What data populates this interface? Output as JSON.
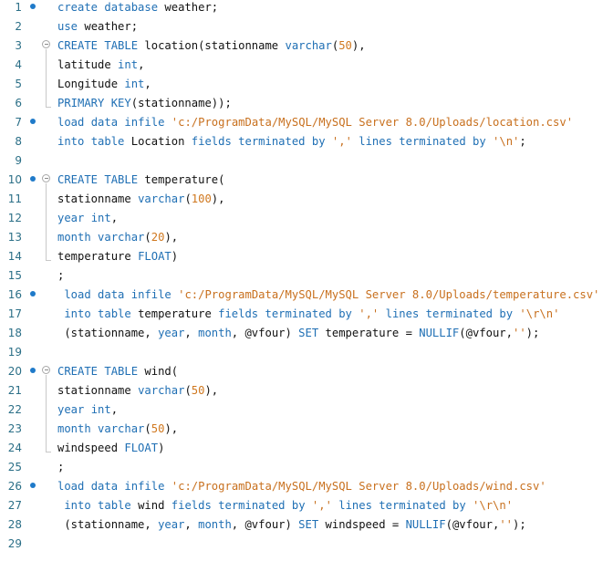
{
  "editor": {
    "lines": [
      {
        "n": "1",
        "dot": true,
        "fold": false,
        "tokens": [
          {
            "t": "create",
            "c": "kw"
          },
          {
            "t": " "
          },
          {
            "t": "database",
            "c": "kw"
          },
          {
            "t": " weather;"
          }
        ]
      },
      {
        "n": "2",
        "dot": false,
        "fold": false,
        "tokens": [
          {
            "t": "use",
            "c": "kw"
          },
          {
            "t": " weather;"
          }
        ]
      },
      {
        "n": "3",
        "dot": false,
        "fold": true,
        "tokens": [
          {
            "t": "CREATE",
            "c": "kw"
          },
          {
            "t": " "
          },
          {
            "t": "TABLE",
            "c": "kw"
          },
          {
            "t": " location(stationname "
          },
          {
            "t": "varchar",
            "c": "type"
          },
          {
            "t": "("
          },
          {
            "t": "50",
            "c": "num"
          },
          {
            "t": "),"
          }
        ]
      },
      {
        "n": "4",
        "dot": false,
        "fold": false,
        "tokens": [
          {
            "t": "latitude "
          },
          {
            "t": "int",
            "c": "type"
          },
          {
            "t": ","
          }
        ]
      },
      {
        "n": "5",
        "dot": false,
        "fold": false,
        "tokens": [
          {
            "t": "Longitude "
          },
          {
            "t": "int",
            "c": "type"
          },
          {
            "t": ","
          }
        ]
      },
      {
        "n": "6",
        "dot": false,
        "fold": false,
        "tokens": [
          {
            "t": "PRIMARY",
            "c": "kw"
          },
          {
            "t": " "
          },
          {
            "t": "KEY",
            "c": "kw"
          },
          {
            "t": "(stationname));"
          }
        ]
      },
      {
        "n": "7",
        "dot": true,
        "fold": false,
        "tokens": [
          {
            "t": "load",
            "c": "kw"
          },
          {
            "t": " "
          },
          {
            "t": "data",
            "c": "kw"
          },
          {
            "t": " "
          },
          {
            "t": "infile",
            "c": "kw"
          },
          {
            "t": " "
          },
          {
            "t": "'c:/ProgramData/MySQL/MySQL Server 8.0/Uploads/location.csv'",
            "c": "str"
          }
        ]
      },
      {
        "n": "8",
        "dot": false,
        "fold": false,
        "tokens": [
          {
            "t": "into",
            "c": "kw"
          },
          {
            "t": " "
          },
          {
            "t": "table",
            "c": "kw"
          },
          {
            "t": " Location "
          },
          {
            "t": "fields",
            "c": "kw"
          },
          {
            "t": " "
          },
          {
            "t": "terminated",
            "c": "kw"
          },
          {
            "t": " "
          },
          {
            "t": "by",
            "c": "kw"
          },
          {
            "t": " "
          },
          {
            "t": "','",
            "c": "str"
          },
          {
            "t": " "
          },
          {
            "t": "lines",
            "c": "kw"
          },
          {
            "t": " "
          },
          {
            "t": "terminated",
            "c": "kw"
          },
          {
            "t": " "
          },
          {
            "t": "by",
            "c": "kw"
          },
          {
            "t": " "
          },
          {
            "t": "'\\n'",
            "c": "str"
          },
          {
            "t": ";"
          }
        ]
      },
      {
        "n": "9",
        "dot": false,
        "fold": false,
        "tokens": []
      },
      {
        "n": "10",
        "dot": true,
        "fold": true,
        "tokens": [
          {
            "t": "CREATE",
            "c": "kw"
          },
          {
            "t": " "
          },
          {
            "t": "TABLE",
            "c": "kw"
          },
          {
            "t": " temperature("
          }
        ]
      },
      {
        "n": "11",
        "dot": false,
        "fold": false,
        "tokens": [
          {
            "t": "stationname "
          },
          {
            "t": "varchar",
            "c": "type"
          },
          {
            "t": "("
          },
          {
            "t": "100",
            "c": "num"
          },
          {
            "t": "),"
          }
        ]
      },
      {
        "n": "12",
        "dot": false,
        "fold": false,
        "tokens": [
          {
            "t": "year",
            "c": "kw"
          },
          {
            "t": " "
          },
          {
            "t": "int",
            "c": "type"
          },
          {
            "t": ","
          }
        ]
      },
      {
        "n": "13",
        "dot": false,
        "fold": false,
        "tokens": [
          {
            "t": "month",
            "c": "kw"
          },
          {
            "t": " "
          },
          {
            "t": "varchar",
            "c": "type"
          },
          {
            "t": "("
          },
          {
            "t": "20",
            "c": "num"
          },
          {
            "t": "),"
          }
        ]
      },
      {
        "n": "14",
        "dot": false,
        "fold": false,
        "tokens": [
          {
            "t": "temperature "
          },
          {
            "t": "FLOAT",
            "c": "type"
          },
          {
            "t": ")"
          }
        ]
      },
      {
        "n": "15",
        "dot": false,
        "fold": false,
        "tokens": [
          {
            "t": ";"
          }
        ]
      },
      {
        "n": "16",
        "dot": true,
        "fold": false,
        "tokens": [
          {
            "t": " "
          },
          {
            "t": "load",
            "c": "kw"
          },
          {
            "t": " "
          },
          {
            "t": "data",
            "c": "kw"
          },
          {
            "t": " "
          },
          {
            "t": "infile",
            "c": "kw"
          },
          {
            "t": " "
          },
          {
            "t": "'c:/ProgramData/MySQL/MySQL Server 8.0/Uploads/temperature.csv'",
            "c": "str"
          }
        ]
      },
      {
        "n": "17",
        "dot": false,
        "fold": false,
        "tokens": [
          {
            "t": " "
          },
          {
            "t": "into",
            "c": "kw"
          },
          {
            "t": " "
          },
          {
            "t": "table",
            "c": "kw"
          },
          {
            "t": " temperature "
          },
          {
            "t": "fields",
            "c": "kw"
          },
          {
            "t": " "
          },
          {
            "t": "terminated",
            "c": "kw"
          },
          {
            "t": " "
          },
          {
            "t": "by",
            "c": "kw"
          },
          {
            "t": " "
          },
          {
            "t": "','",
            "c": "str"
          },
          {
            "t": " "
          },
          {
            "t": "lines",
            "c": "kw"
          },
          {
            "t": " "
          },
          {
            "t": "terminated",
            "c": "kw"
          },
          {
            "t": " "
          },
          {
            "t": "by",
            "c": "kw"
          },
          {
            "t": " "
          },
          {
            "t": "'\\r\\n'",
            "c": "str"
          }
        ]
      },
      {
        "n": "18",
        "dot": false,
        "fold": false,
        "tokens": [
          {
            "t": " (stationname, "
          },
          {
            "t": "year",
            "c": "kw"
          },
          {
            "t": ", "
          },
          {
            "t": "month",
            "c": "kw"
          },
          {
            "t": ", @vfour) "
          },
          {
            "t": "SET",
            "c": "kw"
          },
          {
            "t": " temperature = "
          },
          {
            "t": "NULLIF",
            "c": "fn"
          },
          {
            "t": "(@vfour,"
          },
          {
            "t": "''",
            "c": "str"
          },
          {
            "t": ");"
          }
        ]
      },
      {
        "n": "19",
        "dot": false,
        "fold": false,
        "tokens": []
      },
      {
        "n": "20",
        "dot": true,
        "fold": true,
        "tokens": [
          {
            "t": "CREATE",
            "c": "kw"
          },
          {
            "t": " "
          },
          {
            "t": "TABLE",
            "c": "kw"
          },
          {
            "t": " wind("
          }
        ]
      },
      {
        "n": "21",
        "dot": false,
        "fold": false,
        "tokens": [
          {
            "t": "stationname "
          },
          {
            "t": "varchar",
            "c": "type"
          },
          {
            "t": "("
          },
          {
            "t": "50",
            "c": "num"
          },
          {
            "t": "),"
          }
        ]
      },
      {
        "n": "22",
        "dot": false,
        "fold": false,
        "tokens": [
          {
            "t": "year",
            "c": "kw"
          },
          {
            "t": " "
          },
          {
            "t": "int",
            "c": "type"
          },
          {
            "t": ","
          }
        ]
      },
      {
        "n": "23",
        "dot": false,
        "fold": false,
        "tokens": [
          {
            "t": "month",
            "c": "kw"
          },
          {
            "t": " "
          },
          {
            "t": "varchar",
            "c": "type"
          },
          {
            "t": "("
          },
          {
            "t": "50",
            "c": "num"
          },
          {
            "t": "),"
          }
        ]
      },
      {
        "n": "24",
        "dot": false,
        "fold": false,
        "tokens": [
          {
            "t": "windspeed "
          },
          {
            "t": "FLOAT",
            "c": "type"
          },
          {
            "t": ")"
          }
        ]
      },
      {
        "n": "25",
        "dot": false,
        "fold": false,
        "tokens": [
          {
            "t": ";"
          }
        ]
      },
      {
        "n": "26",
        "dot": true,
        "fold": false,
        "tokens": [
          {
            "t": "load",
            "c": "kw"
          },
          {
            "t": " "
          },
          {
            "t": "data",
            "c": "kw"
          },
          {
            "t": " "
          },
          {
            "t": "infile",
            "c": "kw"
          },
          {
            "t": " "
          },
          {
            "t": "'c:/ProgramData/MySQL/MySQL Server 8.0/Uploads/wind.csv'",
            "c": "str"
          }
        ]
      },
      {
        "n": "27",
        "dot": false,
        "fold": false,
        "tokens": [
          {
            "t": " "
          },
          {
            "t": "into",
            "c": "kw"
          },
          {
            "t": " "
          },
          {
            "t": "table",
            "c": "kw"
          },
          {
            "t": " wind "
          },
          {
            "t": "fields",
            "c": "kw"
          },
          {
            "t": " "
          },
          {
            "t": "terminated",
            "c": "kw"
          },
          {
            "t": " "
          },
          {
            "t": "by",
            "c": "kw"
          },
          {
            "t": " "
          },
          {
            "t": "','",
            "c": "str"
          },
          {
            "t": " "
          },
          {
            "t": "lines",
            "c": "kw"
          },
          {
            "t": " "
          },
          {
            "t": "terminated",
            "c": "kw"
          },
          {
            "t": " "
          },
          {
            "t": "by",
            "c": "kw"
          },
          {
            "t": " "
          },
          {
            "t": "'\\r\\n'",
            "c": "str"
          }
        ]
      },
      {
        "n": "28",
        "dot": false,
        "fold": false,
        "tokens": [
          {
            "t": " (stationname, "
          },
          {
            "t": "year",
            "c": "kw"
          },
          {
            "t": ", "
          },
          {
            "t": "month",
            "c": "kw"
          },
          {
            "t": ", @vfour) "
          },
          {
            "t": "SET",
            "c": "kw"
          },
          {
            "t": " windspeed = "
          },
          {
            "t": "NULLIF",
            "c": "fn"
          },
          {
            "t": "(@vfour,"
          },
          {
            "t": "''",
            "c": "str"
          },
          {
            "t": ");"
          }
        ]
      },
      {
        "n": "29",
        "dot": false,
        "fold": false,
        "tokens": []
      }
    ]
  }
}
